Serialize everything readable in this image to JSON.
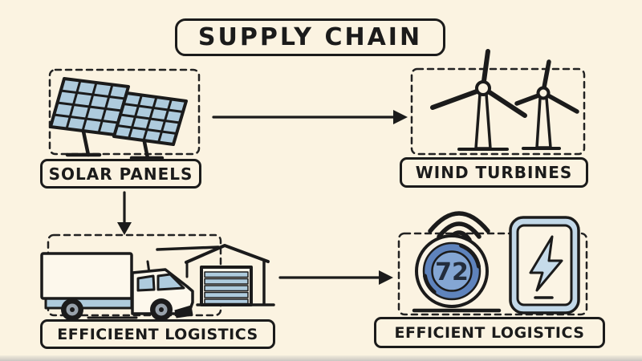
{
  "title": "SUPPLY CHAIN",
  "nodes": {
    "solar": {
      "label": "SOLAR PANELS",
      "icon": "solar-panels-icon"
    },
    "wind": {
      "label": "WIND TURBINES",
      "icon": "wind-turbines-icon"
    },
    "logistics": {
      "label": "EFFICIEENT LOGISTICS",
      "icon": "truck-warehouse-icon"
    },
    "smart": {
      "label": "EFFICIENT LOGISTICS",
      "icon": "thermostat-phone-icon",
      "thermostat_reading": "72"
    }
  },
  "edges": [
    {
      "from": "solar",
      "to": "wind"
    },
    {
      "from": "solar",
      "to": "logistics"
    },
    {
      "from": "logistics",
      "to": "smart"
    }
  ],
  "colors": {
    "background": "#FBF3E1",
    "ink": "#1B1B1B",
    "panel_blue": "#AECBDD",
    "thermostat_ring_blue": "#5E83BC",
    "thermostat_face_blue": "#84A6D3",
    "device_light_blue": "#C2D8E8"
  }
}
